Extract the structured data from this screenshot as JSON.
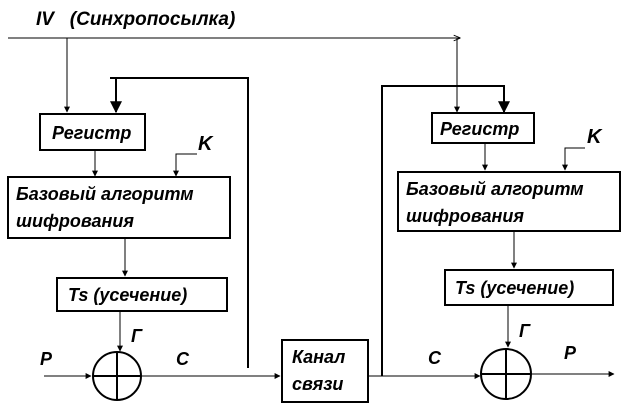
{
  "title": "IV   (Синхропосылка)",
  "left": {
    "register": "Регистр",
    "key": "K",
    "cipher_line1": "Базовый алгоритм",
    "cipher_line2": "шифрования",
    "truncation": "Ts (усечение)",
    "input_label": "P",
    "gamma_label": "Г",
    "output_label": "C"
  },
  "channel": {
    "line1": "Канал",
    "line2": "связи"
  },
  "right": {
    "register": "Регистр",
    "key": "K",
    "cipher_line1": "Базовый алгоритм",
    "cipher_line2": "шифрования",
    "truncation": "Ts (усечение)",
    "input_label": "C",
    "gamma_label": "Г",
    "output_label": "P"
  }
}
